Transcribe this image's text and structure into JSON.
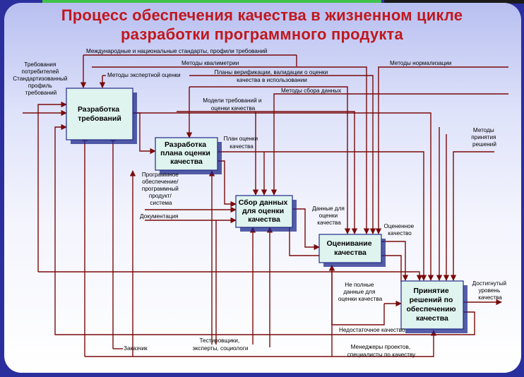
{
  "title": {
    "line1": "Процесс обеспечения качества в жизненном цикле",
    "line2": "разработки программного продукта"
  },
  "colors": {
    "title": "#c0181e",
    "line": "#7a0a0a",
    "box_fill": "#dff4ee",
    "slide_frame": "#2b2f9e"
  },
  "boxes": {
    "b1": [
      "Разработка",
      "требований"
    ],
    "b2": [
      "Разработка",
      "плана оценки",
      "качества"
    ],
    "b3": [
      "Сбор данных",
      "для оценки",
      "качества"
    ],
    "b4": [
      "Оценивание",
      "качества"
    ],
    "b5": [
      "Принятие",
      "решений по",
      "обеспечению",
      "качества"
    ]
  },
  "labels": {
    "requirements": [
      "Требования",
      "потребителей",
      "Стандартизованный",
      "профиль",
      "требований"
    ],
    "standards": "Международные и национальные стандарты, профили требований",
    "qualimetry": "Методы квалиметрии",
    "expert": "Методы экспертной оценки",
    "normalization": "Методы нормализации",
    "verification": [
      "Планы верификации, валидации о оценки",
      "качества в использовании"
    ],
    "data_methods": "Методы сбора данных",
    "models": [
      "Модели требований и",
      "оценки качества"
    ],
    "plan": [
      "План оценки",
      "качества"
    ],
    "decision_methods": [
      "Методы",
      "принятия",
      "решений"
    ],
    "software": [
      "Программное",
      "обеспечение/",
      "программный",
      "продукт/",
      "система"
    ],
    "documentation": "Документация",
    "data_for_eval": [
      "Данные для",
      "оценки",
      "качества"
    ],
    "evaluated": [
      "Оцененное",
      "качество"
    ],
    "incomplete": [
      "Не полные",
      "данные для",
      "оценки качества"
    ],
    "achieved": [
      "Достигнутый",
      "уровень",
      "качества"
    ],
    "insufficient": "Недостаточное качество",
    "customer": "Заказчик",
    "testers": [
      "Тестировщики,",
      "эксперты, социологи"
    ],
    "managers": [
      "Менеджеры проектов,",
      "специалисты по качеству"
    ]
  }
}
